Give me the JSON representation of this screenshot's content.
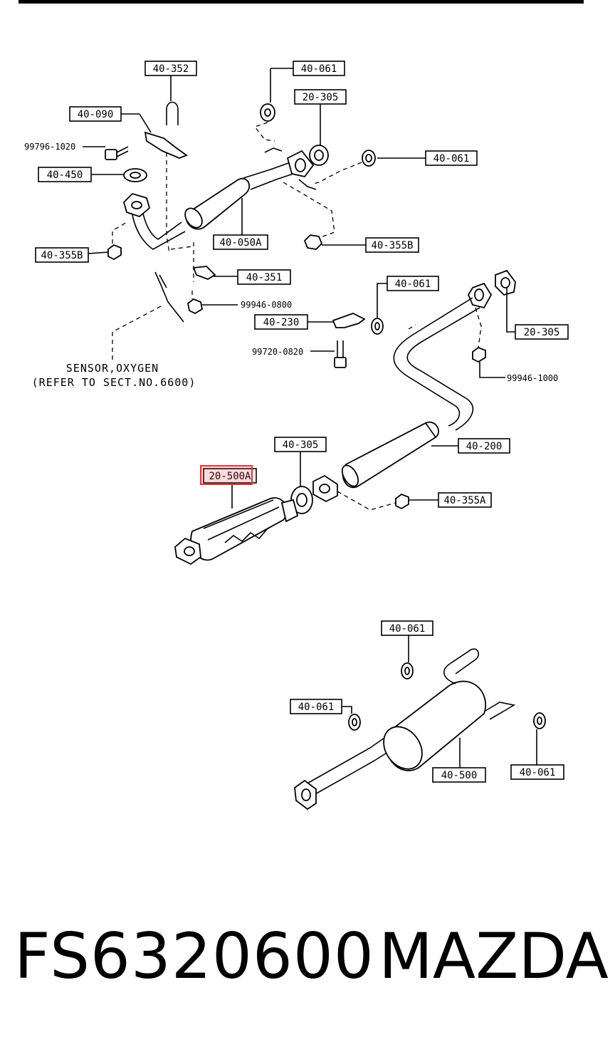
{
  "diagram": {
    "labels": {
      "l40_352": "40-352",
      "l40_061_a": "40-061",
      "l20_305_a": "20-305",
      "l40_090": "40-090",
      "l99796": "99796-1020",
      "l40_061_b": "40-061",
      "l40_450": "40-450",
      "l40_050a": "40-050A",
      "l40_355b_a": "40-355B",
      "l40_355b_b": "40-355B",
      "l40_351": "40-351",
      "l40_061_c": "40-061",
      "l99946_0800": "99946-0800",
      "l40_230": "40-230",
      "l20_305_b": "20-305",
      "l99720": "99720-0820",
      "l99946_1000": "99946-1000",
      "l40_305": "40-305",
      "l40_200": "40-200",
      "l20_500a": "20-500A",
      "l40_355a": "40-355A",
      "l40_061_d": "40-061",
      "l40_061_e": "40-061",
      "l40_500": "40-500",
      "l40_061_f": "40-061"
    },
    "note_line1": "SENSOR,OXYGEN",
    "note_line2": "(REFER TO SECT.NO.6600)",
    "highlight_color": "#e8343c"
  },
  "footer": {
    "part_number": "FS6320600",
    "brand": "MAZDA"
  }
}
